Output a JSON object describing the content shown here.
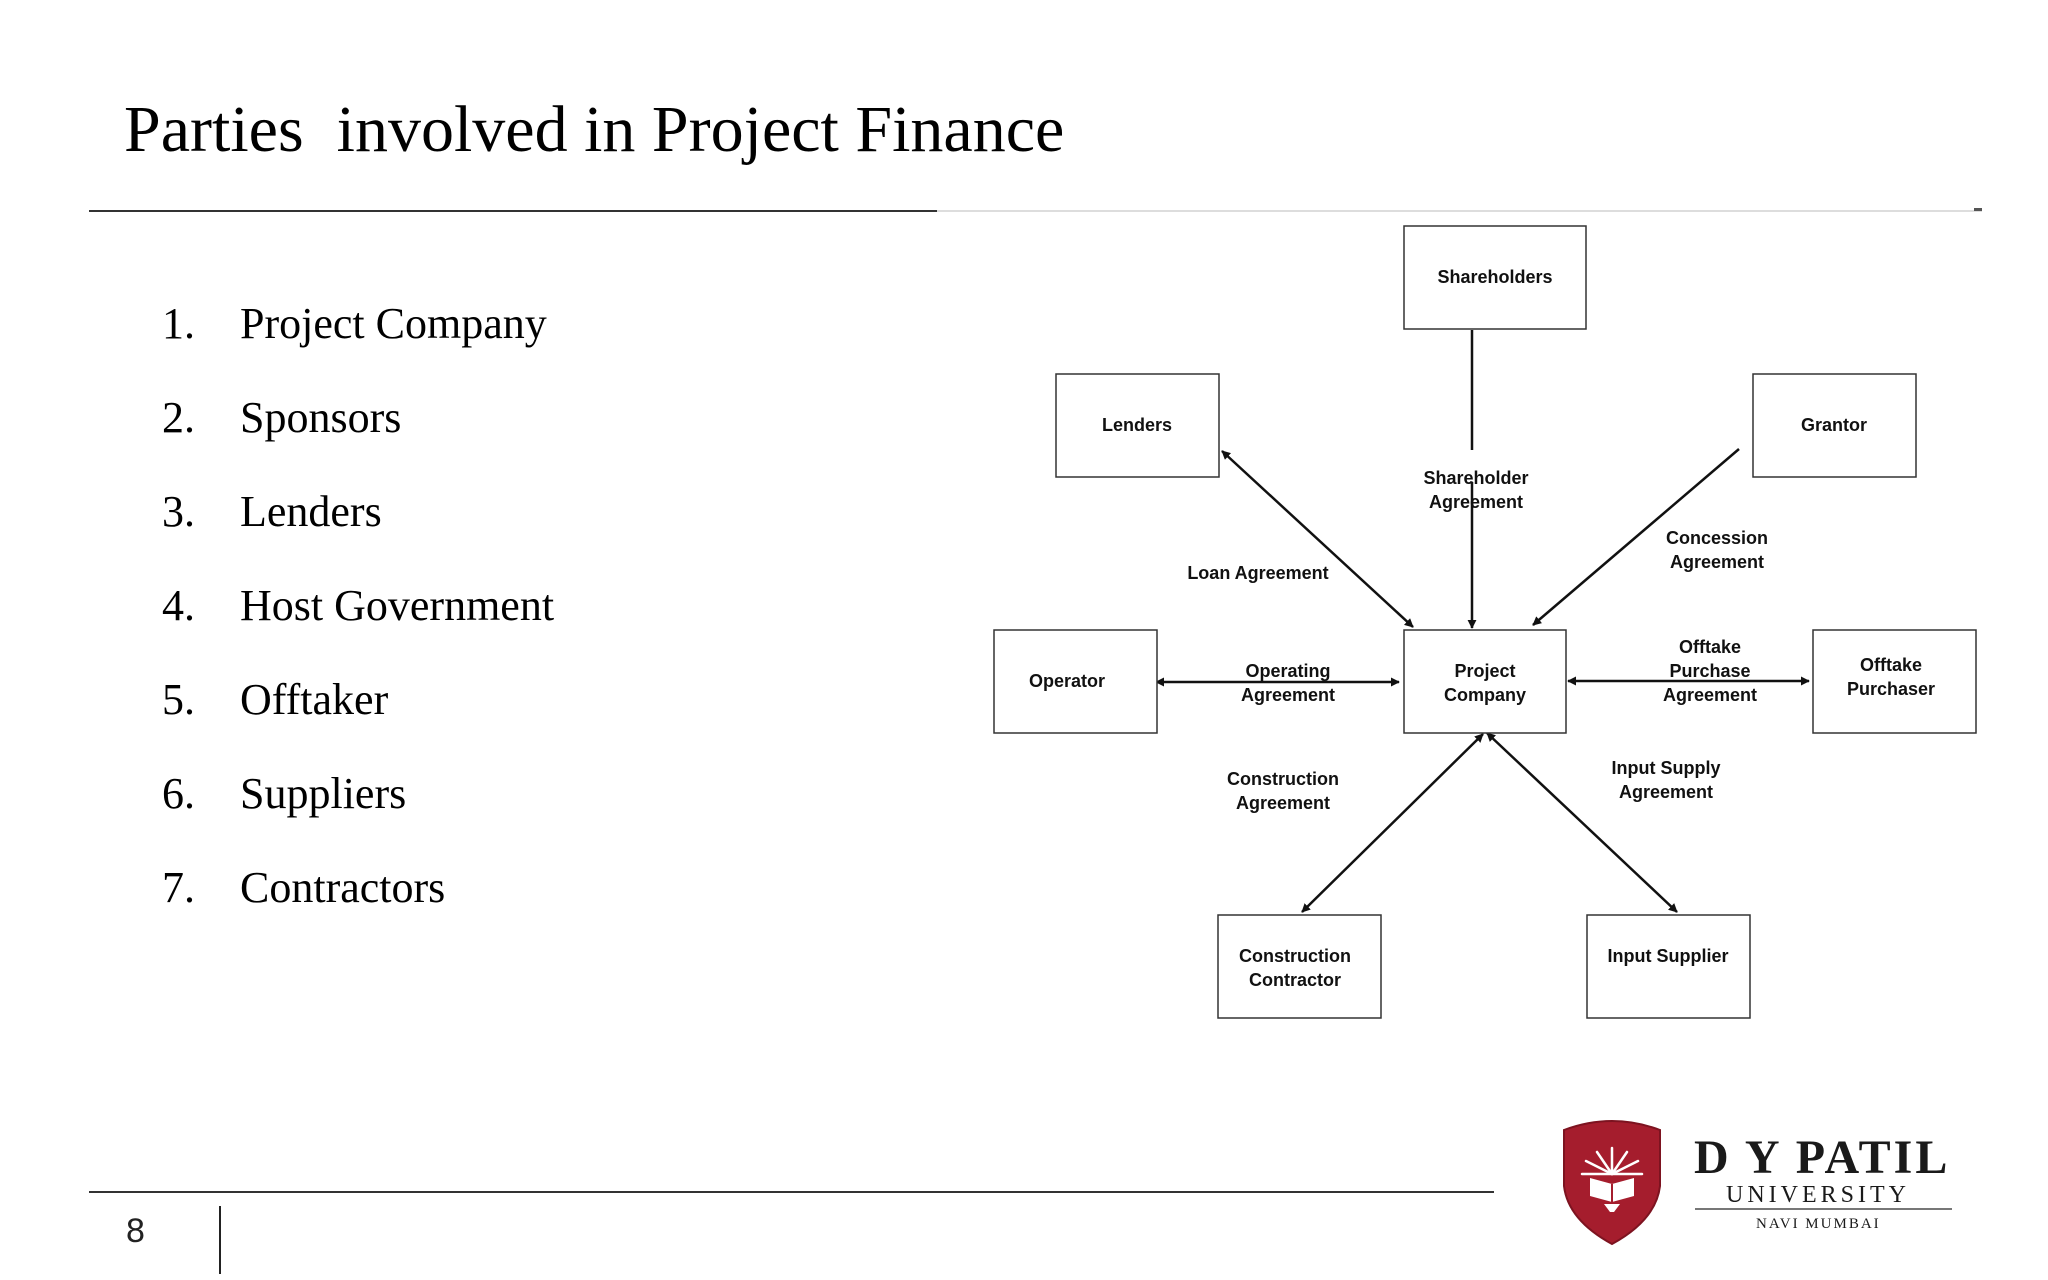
{
  "slide": {
    "title": "Parties  involved in Project Finance",
    "page_number": "8"
  },
  "list_items": [
    {
      "num": "1.",
      "label": "Project Company"
    },
    {
      "num": "2.",
      "label": "Sponsors"
    },
    {
      "num": "3.",
      "label": "Lenders"
    },
    {
      "num": "4.",
      "label": "Host Government"
    },
    {
      "num": "5.",
      "label": "Offtaker"
    },
    {
      "num": "6.",
      "label": "Suppliers"
    },
    {
      "num": "7.",
      "label": "Contractors"
    }
  ],
  "diagram": {
    "nodes": {
      "shareholders": [
        "Shareholders"
      ],
      "lenders": [
        "Lenders"
      ],
      "grantor": [
        "Grantor"
      ],
      "operator": [
        "Operator"
      ],
      "project_company": [
        "Project",
        "Company"
      ],
      "offtake_purchaser": [
        "Offtake",
        "Purchaser"
      ],
      "construction_contractor": [
        "Construction",
        "Contractor"
      ],
      "input_supplier": [
        "Input Supplier"
      ]
    },
    "agreements": {
      "shareholder": [
        "Shareholder",
        "Agreement"
      ],
      "loan": [
        "Loan Agreement"
      ],
      "concession": [
        "Concession",
        "Agreement"
      ],
      "operating": [
        "Operating",
        "Agreement"
      ],
      "offtake_purchase": [
        "Offtake",
        "Purchase",
        "Agreement"
      ],
      "construction": [
        "Construction",
        "Agreement"
      ],
      "input_supply": [
        "Input Supply",
        "Agreement"
      ]
    }
  },
  "logo": {
    "line1": "D Y PATIL",
    "line2": "UNIVERSITY",
    "line3": "NAVI MUMBAI"
  },
  "colors": {
    "logo_shield": "#a51d2d"
  }
}
